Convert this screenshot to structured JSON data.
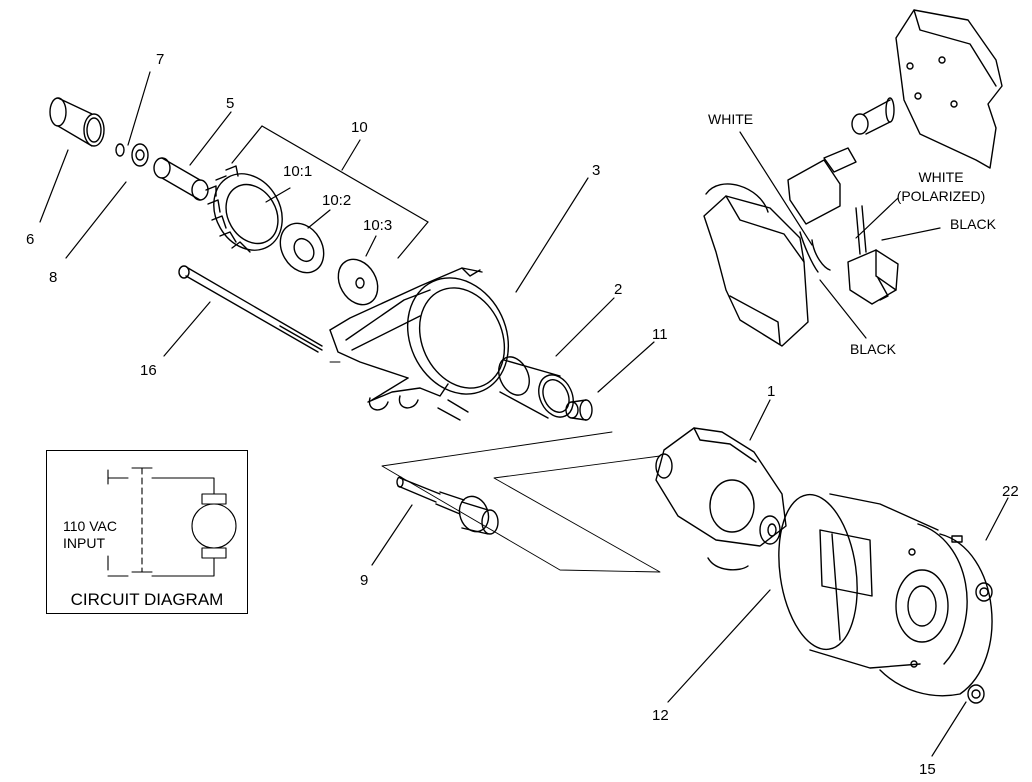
{
  "callouts": {
    "c1": "1",
    "c2": "2",
    "c3": "3",
    "c5": "5",
    "c6": "6",
    "c7": "7",
    "c8": "8",
    "c9": "9",
    "c10": "10",
    "c10_1": "10:1",
    "c10_2": "10:2",
    "c10_3": "10:3",
    "c11": "11",
    "c12": "12",
    "c15": "15",
    "c16": "16",
    "c22": "22"
  },
  "wires": {
    "white": "WHITE",
    "white_polarized_1": "WHITE",
    "white_polarized_2": "(POLARIZED)",
    "black_top": "BLACK",
    "black_bottom": "BLACK"
  },
  "circuit": {
    "title": "CIRCUIT DIAGRAM",
    "input_line1": "110 VAC",
    "input_line2": "INPUT"
  }
}
